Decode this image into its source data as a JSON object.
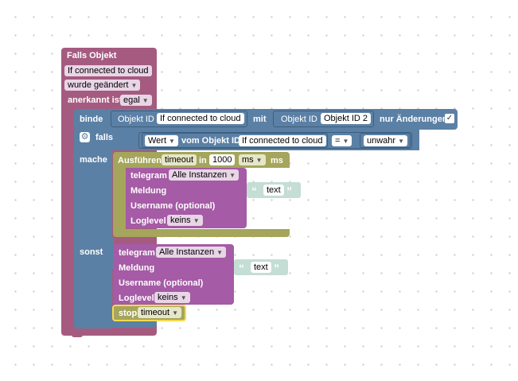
{
  "falls_objekt": {
    "title": "Falls Objekt",
    "object": "If connected to cloud",
    "trigger": "wurde geändert",
    "ack_label": "anerkannt ist",
    "ack_value": "egal"
  },
  "binde": {
    "label": "binde",
    "objekt_id_label_1": "Objekt ID",
    "objekt_id_value_1": "If connected to cloud",
    "mit_label": "mit",
    "objekt_id_label_2": "Objekt ID",
    "objekt_id_value_2": "Objekt ID 2",
    "only_changes_label": "nur Änderungen",
    "only_changes_checked": "✓"
  },
  "falls": {
    "label": "falls",
    "compare_left_field": "Wert",
    "compare_left_label": "vom Objekt ID",
    "compare_left_object": "If connected to cloud",
    "operator": "=",
    "compare_right": "unwahr"
  },
  "mache": {
    "label": "mache",
    "timeout": {
      "label_run": "Ausführen",
      "name": "timeout",
      "in_label": "in",
      "value": "1000",
      "unit": "ms",
      "unit_suffix": "ms"
    },
    "telegram": {
      "title": "telegram",
      "instance": "Alle Instanzen",
      "meldung_label": "Meldung",
      "username_label": "Username (optional)",
      "loglevel_label": "Loglevel",
      "loglevel_value": "keins",
      "text_value": "text"
    }
  },
  "sonst": {
    "label": "sonst",
    "telegram": {
      "title": "telegram",
      "instance": "Alle Instanzen",
      "meldung_label": "Meldung",
      "username_label": "Username (optional)",
      "loglevel_label": "Loglevel",
      "loglevel_value": "keins",
      "text_value": "text"
    },
    "stop": {
      "label": "stop",
      "value": "timeout"
    }
  },
  "colors": {
    "event_block": "#a55b80",
    "logic_block": "#5b80a5",
    "timeout_block": "#a5a55b",
    "telegram_block": "#a55ba5",
    "text_block": "#c4ddd5",
    "stop_highlight": "#f7d94c"
  },
  "icons": {
    "gear": "gear-icon",
    "quote_open": "quote-open-icon",
    "quote_close": "quote-close-icon",
    "dropdown": "dropdown-arrow-icon",
    "checkbox": "checkbox-icon"
  }
}
